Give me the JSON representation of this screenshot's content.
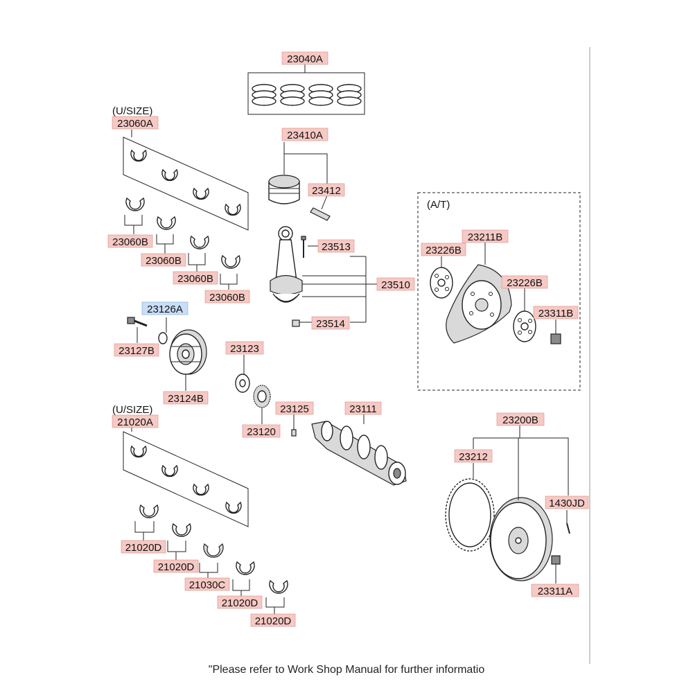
{
  "labels": {
    "p23040A": "23040A",
    "p23410A": "23410A",
    "p23412": "23412",
    "p23513": "23513",
    "p23510": "23510",
    "p23514": "23514",
    "p23060A": "23060A",
    "p23060B_1": "23060B",
    "p23060B_2": "23060B",
    "p23060B_3": "23060B",
    "p23060B_4": "23060B",
    "p23126A": "23126A",
    "p23127B": "23127B",
    "p23124B": "23124B",
    "p23123": "23123",
    "p23120": "23120",
    "p23125": "23125",
    "p23111": "23111",
    "p23211B": "23211B",
    "p23226B_1": "23226B",
    "p23226B_2": "23226B",
    "p23311B": "23311B",
    "p23200B": "23200B",
    "p23212": "23212",
    "p1430JD": "1430JD",
    "p23311A": "23311A",
    "p21020A": "21020A",
    "p21020D_1": "21020D",
    "p21020D_2": "21020D",
    "p21030C": "21030C",
    "p21020D_3": "21020D",
    "p21020D_4": "21020D"
  },
  "notes": {
    "usize_top": "(U/SIZE)",
    "usize_bottom": "(U/SIZE)",
    "at_box": "(A/T)",
    "footer": "\"Please refer to Work Shop Manual for further informatio"
  },
  "selected_part": "23126A",
  "colors": {
    "label_highlight": "#f6c9c4",
    "selected_highlight": "#c9def6"
  }
}
